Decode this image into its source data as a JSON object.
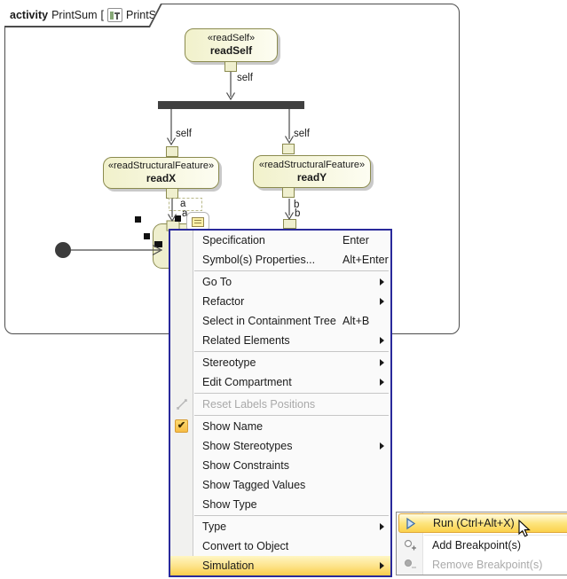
{
  "header": {
    "keyword": "activity",
    "name": "PrintSum",
    "open_bracket": "[",
    "diagram_name": "PrintSum",
    "close_bracket": "]"
  },
  "diagram": {
    "nodes": {
      "read_self": {
        "stereotype": "«readSelf»",
        "name": "readSelf"
      },
      "read_x": {
        "stereotype": "«readStructuralFeature»",
        "name": "readX"
      },
      "read_y": {
        "stereotype": "«readStructuralFeature»",
        "name": "readY"
      }
    },
    "edge_labels": {
      "self_top": "self",
      "self_left": "self",
      "self_right": "self",
      "a_outer": "a",
      "a_inner": "a",
      "b_outer": "b",
      "b_inner": "b"
    }
  },
  "context_menu": {
    "items": [
      {
        "label": "Specification",
        "shortcut": "Enter"
      },
      {
        "label": "Symbol(s) Properties...",
        "shortcut": "Alt+Enter"
      },
      {
        "label": "Go To"
      },
      {
        "label": "Refactor"
      },
      {
        "label": "Select in Containment Tree",
        "shortcut": "Alt+B"
      },
      {
        "label": "Related Elements"
      },
      {
        "label": "Stereotype"
      },
      {
        "label": "Edit Compartment"
      },
      {
        "label": "Reset Labels Positions",
        "state": "disabled"
      },
      {
        "label": "Show Name",
        "state": "checked",
        "checkmark": "✔"
      },
      {
        "label": "Show Stereotypes"
      },
      {
        "label": "Show Constraints"
      },
      {
        "label": "Show Tagged Values"
      },
      {
        "label": "Show Type"
      },
      {
        "label": "Type"
      },
      {
        "label": "Convert to Object"
      },
      {
        "label": "Simulation",
        "state": "highlighted"
      }
    ]
  },
  "submenu": {
    "items": [
      {
        "label": "Run (Ctrl+Alt+X)",
        "state": "highlighted"
      },
      {
        "label": "Add Breakpoint(s)"
      },
      {
        "label": "Remove Breakpoint(s)",
        "state": "disabled"
      }
    ]
  },
  "colors": {
    "menu_border": "#29299b",
    "highlight_yellow": "#fbcd4a",
    "node_fill": "#f1f1cb",
    "node_border": "#8b8b4f",
    "fork_bar": "#404040"
  }
}
